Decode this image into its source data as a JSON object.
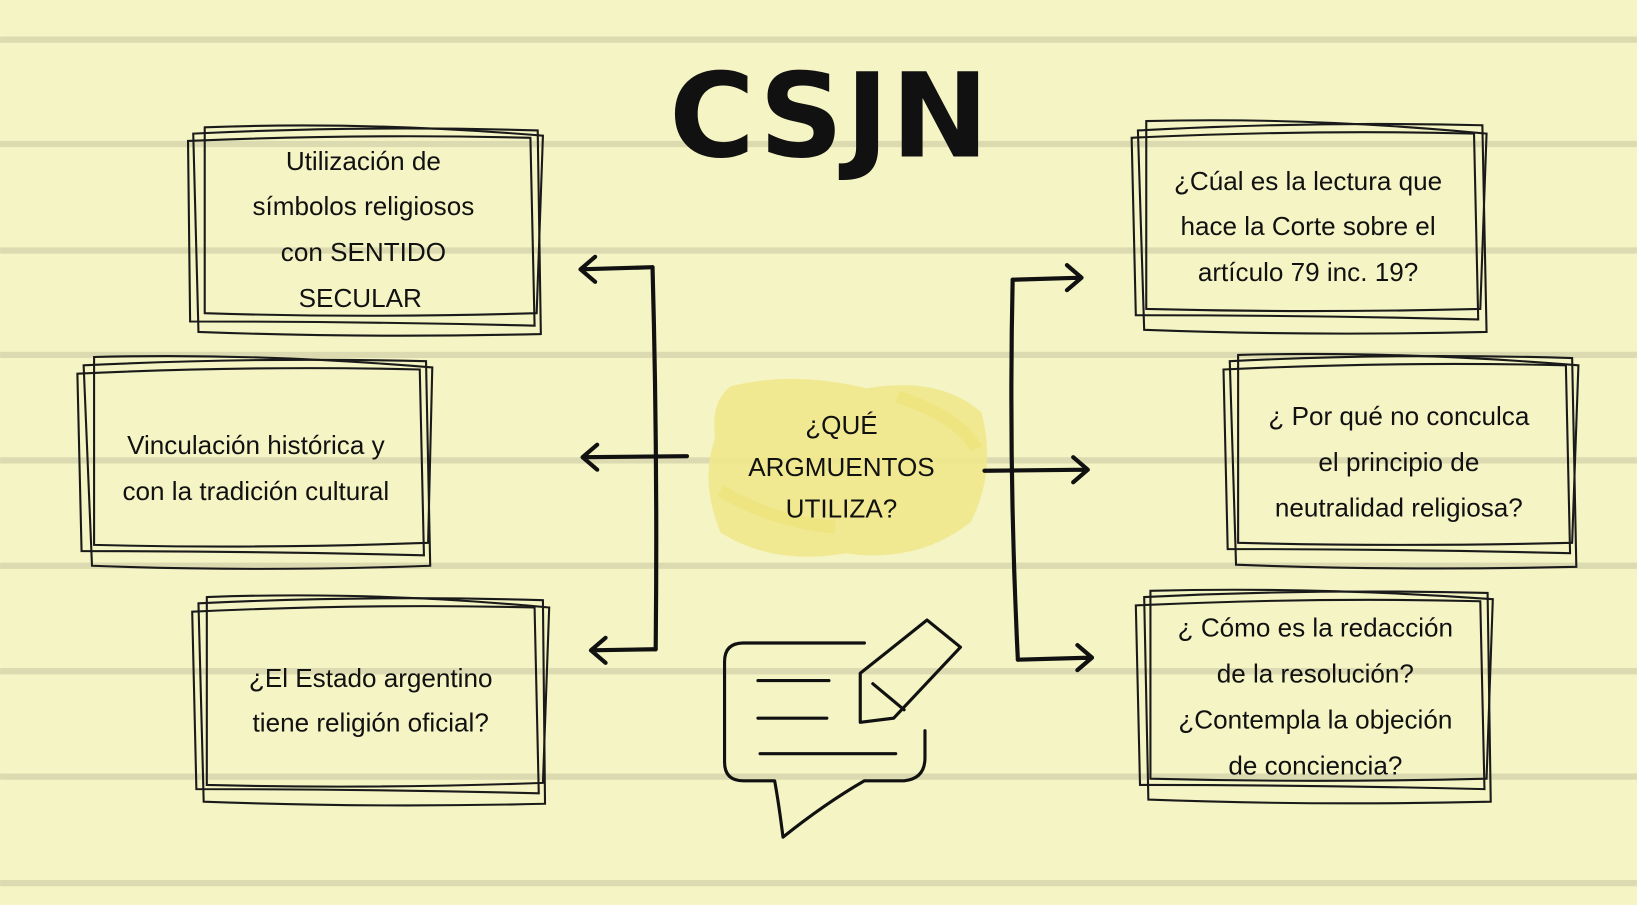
{
  "title": "CSJN",
  "center": {
    "lines": [
      "¿QUÉ",
      "ARGMUENTOS",
      "UTILIZA?"
    ]
  },
  "left_boxes": [
    {
      "lines": [
        "Utilización de",
        "símbolos religiosos",
        "con SENTIDO",
        "SECULAR"
      ]
    },
    {
      "lines": [
        "Vinculación histórica y",
        "con la tradición cultural"
      ]
    },
    {
      "lines": [
        "¿El Estado argentino",
        "tiene religión oficial?"
      ]
    }
  ],
  "right_boxes": [
    {
      "lines": [
        "¿Cúal es la lectura que",
        "hace la Corte sobre el",
        "artículo 79 inc. 19?"
      ]
    },
    {
      "lines": [
        "¿ Por qué no conculca",
        "el principio de",
        "neutralidad religiosa?"
      ]
    },
    {
      "lines": [
        "¿ Cómo es la redacción",
        "de la resolución?",
        "¿Contempla la objeción",
        "de conciencia?"
      ]
    }
  ],
  "colors": {
    "background": "#f4f4c4",
    "rule": "#dcdab0",
    "highlight": "#f0e88c",
    "ink": "#111111"
  }
}
